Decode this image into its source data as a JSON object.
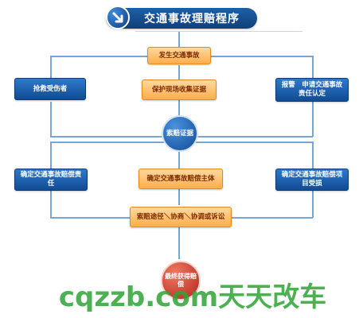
{
  "header": {
    "title": "交通事故理赔程序"
  },
  "nodes": {
    "occurred": "发生交通事故",
    "rescue": "抢救受伤者",
    "protect": "保护现场收集证据",
    "report": "报警　申请交通事故责任认定",
    "evidence": "索赔证据",
    "liability": "确定交通事故赔偿责任",
    "subject": "确定交通事故赔偿主体",
    "items": "确定交通事故赔偿项目受损",
    "channels": "索赔途径＼协商＼协调或诉讼",
    "final": "最终获得赔偿"
  },
  "watermark": "cqzzb.com天天改车",
  "colors": {
    "orange_fill": "#ffad4a",
    "blue_fill": "#114b93",
    "connector": "#7aa3d6",
    "final_red": "#b3241a",
    "watermark": "#2ea336"
  }
}
